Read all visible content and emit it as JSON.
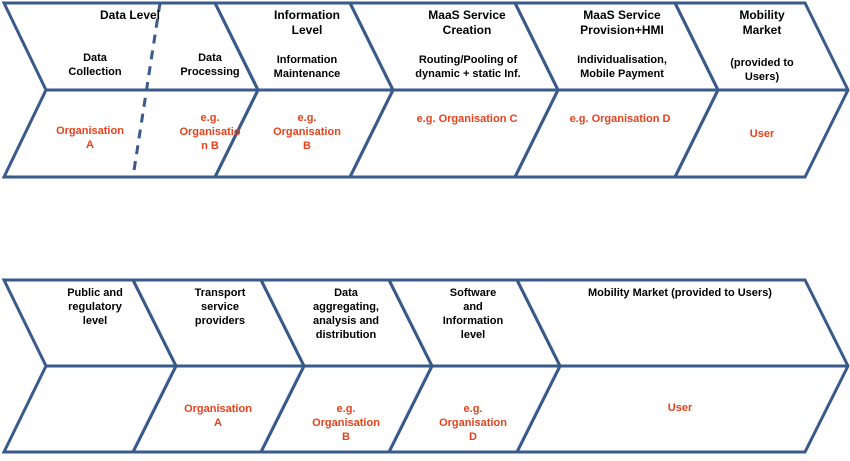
{
  "top_row": {
    "header": {
      "data_level": "Data Level",
      "information_level": "Information\nLevel",
      "maas_creation": "MaaS Service\nCreation",
      "maas_provision": "MaaS Service\nProvision+HMI",
      "mobility_market": "Mobility\nMarket"
    },
    "sub": {
      "data_collection": "Data\nCollection",
      "data_processing": "Data\nProcessing",
      "information_maintenance": "Information\nMaintenance",
      "routing_pooling": "Routing/Pooling of\ndynamic + static Inf.",
      "individualisation": "Individualisation,\nMobile Payment",
      "provided_to_users": "(provided to\nUsers)"
    },
    "actors": {
      "org_a": "Organisation\nA",
      "org_b": "e.g.\nOrganisatio\nn B",
      "org_b2": "e.g.\nOrganisation\nB",
      "org_c": "e.g. Organisation C",
      "org_d": "e.g. Organisation D",
      "user": "User"
    }
  },
  "bottom_row": {
    "header": {
      "public_regulatory": "Public and\nregulatory\nlevel",
      "transport_providers": "Transport\nservice\nproviders",
      "data_aggregating": "Data\naggregating,\nanalysis and\ndistribution",
      "software_information": "Software\nand\nInformation\nlevel",
      "mobility_market": "Mobility Market (provided to Users)"
    },
    "actors": {
      "org_a": "Organisation\nA",
      "org_b": "e.g.\nOrganisation\nB",
      "org_d": "e.g.\nOrganisation\nD",
      "user": "User"
    }
  },
  "colors": {
    "outline": "#3a5a8c",
    "actor_text": "#e8411b",
    "label_text": "#000000"
  }
}
